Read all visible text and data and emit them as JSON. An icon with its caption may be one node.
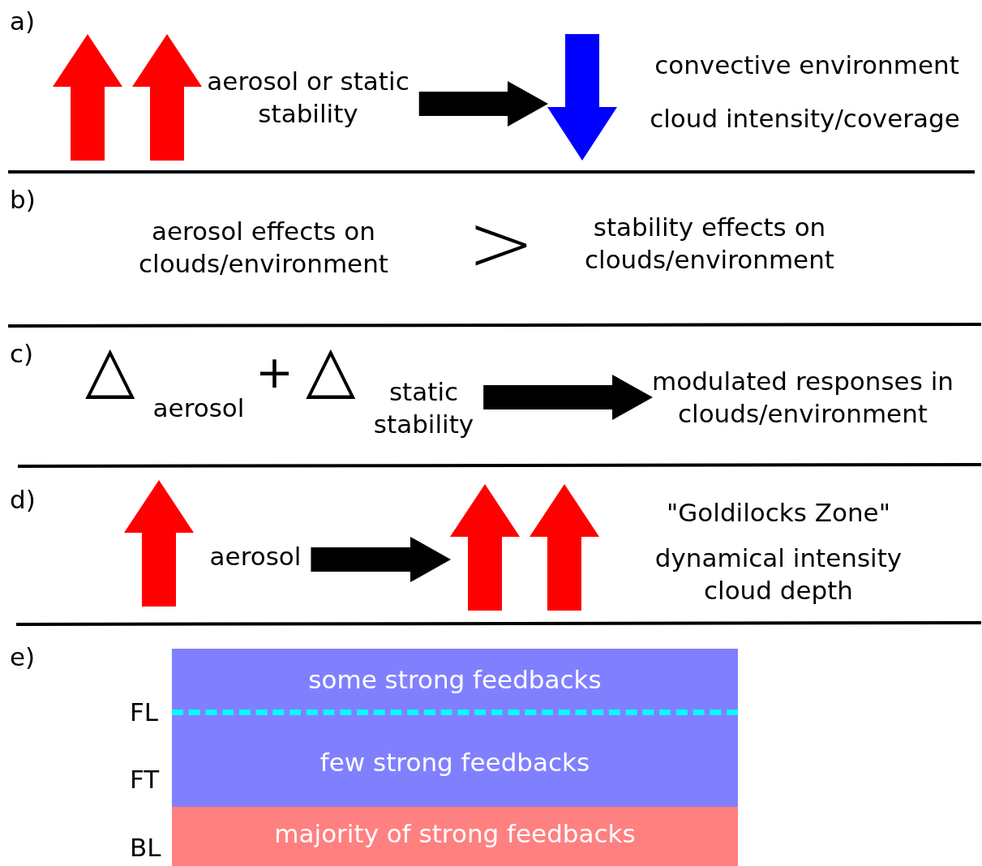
{
  "diagram": {
    "nodes": [
      {
        "text": [
          "aerosol or static stability"
        ]
      },
      {
        "text": [
          "convective environment",
          "cloud intensity/coverage"
        ]
      },
      {
        "text": [
          "△",
          "aerosol",
          "+",
          "△",
          "static stability"
        ]
      },
      {
        "text": [
          "modulated responses in clouds/environment"
        ]
      },
      {
        "text": [
          "aerosol"
        ]
      },
      {
        "text": [
          "\"Goldilocks Zone\"",
          "dynamical intensity cloud depth"
        ]
      },
      {
        "text": [
          "some strong feedbacks"
        ]
      },
      {
        "text": [
          "few strong feedbacks"
        ]
      },
      {
        "text": [
          "majority of strong feedbacks"
        ]
      }
    ],
    "edges": [
      {
        "from": 0,
        "to": 1,
        "arrow": "to"
      },
      {
        "from": 2,
        "to": 3,
        "arrow": "to"
      },
      {
        "from": 4,
        "to": 5,
        "arrow": "to"
      }
    ],
    "labels": [
      "a)",
      "b)",
      "aerosol effects on clouds/environment",
      ">",
      "stability effects on clouds/environment",
      "c)",
      "d)",
      "e)",
      "FL",
      "FT",
      "BL"
    ]
  }
}
